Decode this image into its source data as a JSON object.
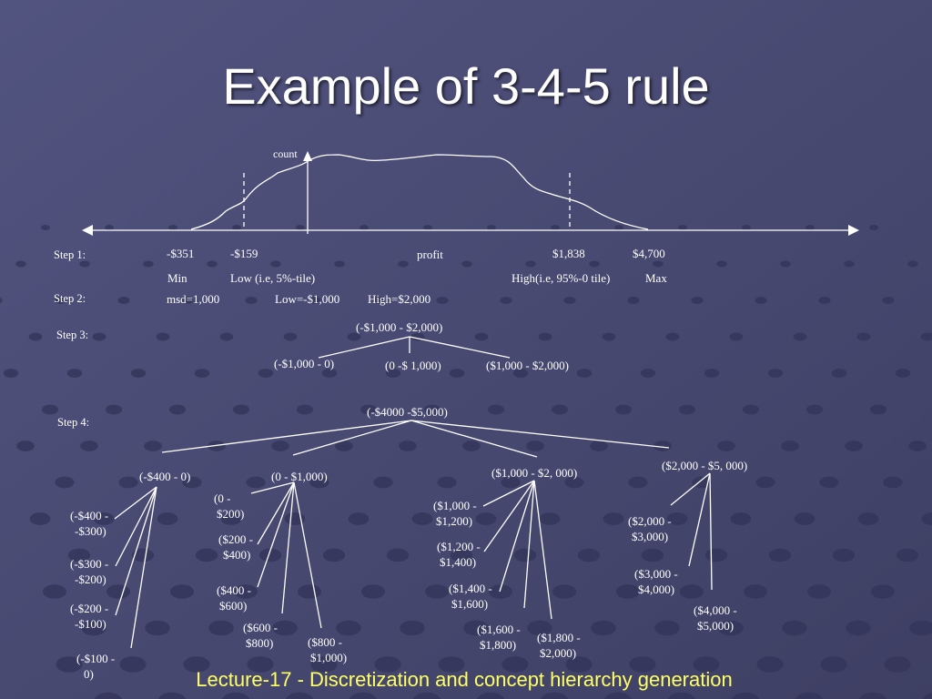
{
  "slide": {
    "title": "Example of 3-4-5 rule",
    "footer": "Lecture-17 - Discretization and concept hierarchy generation"
  },
  "colors": {
    "background": "#4a4b73",
    "footer": "#ffff66",
    "text": "#ffffff"
  },
  "axis": {
    "count_label": "count",
    "profit_label": "profit",
    "values": [
      "-$351",
      "-$159",
      "$1,838",
      "$4,700"
    ],
    "names": [
      "Min",
      "Low (i.e, 5%-tile)",
      "High(i.e, 95%-0 tile)",
      "Max"
    ]
  },
  "steps": {
    "step1": {
      "label": "Step 1:"
    },
    "step2": {
      "label": "Step 2:",
      "msd": "msd=1,000",
      "low": "Low=-$1,000",
      "high": "High=$2,000"
    },
    "step3": {
      "label": "Step 3:",
      "root": "(-$1,000  - $2,000)",
      "children": [
        "(-$1,000 - 0)",
        "(0 -$ 1,000)",
        "($1,000 - $2,000)"
      ]
    },
    "step4": {
      "label": "Step 4:",
      "root": "(-$4000 -$5,000)",
      "groups": [
        {
          "label": "(-$400 - 0)",
          "children": [
            [
              "(-$400 -",
              "-$300)"
            ],
            [
              "(-$300 -",
              "-$200)"
            ],
            [
              "(-$200 -",
              "-$100)"
            ],
            [
              "(-$100 -",
              "0)"
            ]
          ]
        },
        {
          "label": "(0 - $1,000)",
          "children": [
            [
              "(0 -",
              "$200)"
            ],
            [
              "($200 -",
              "$400)"
            ],
            [
              "($400 -",
              "$600)"
            ],
            [
              "($600 -",
              "$800)"
            ],
            [
              "($800 -",
              "$1,000)"
            ]
          ]
        },
        {
          "label": "($1,000 - $2, 000)",
          "children": [
            [
              "($1,000 -",
              "$1,200)"
            ],
            [
              "($1,200 -",
              "$1,400)"
            ],
            [
              "($1,400 -",
              "$1,600)"
            ],
            [
              "($1,600 -",
              "$1,800)"
            ],
            [
              "($1,800 -",
              "$2,000)"
            ]
          ]
        },
        {
          "label": "($2,000 - $5, 000)",
          "children": [
            [
              "($2,000 -",
              "$3,000)"
            ],
            [
              "($3,000 -",
              "$4,000)"
            ],
            [
              "($4,000 -",
              "$5,000)"
            ]
          ]
        }
      ]
    }
  }
}
